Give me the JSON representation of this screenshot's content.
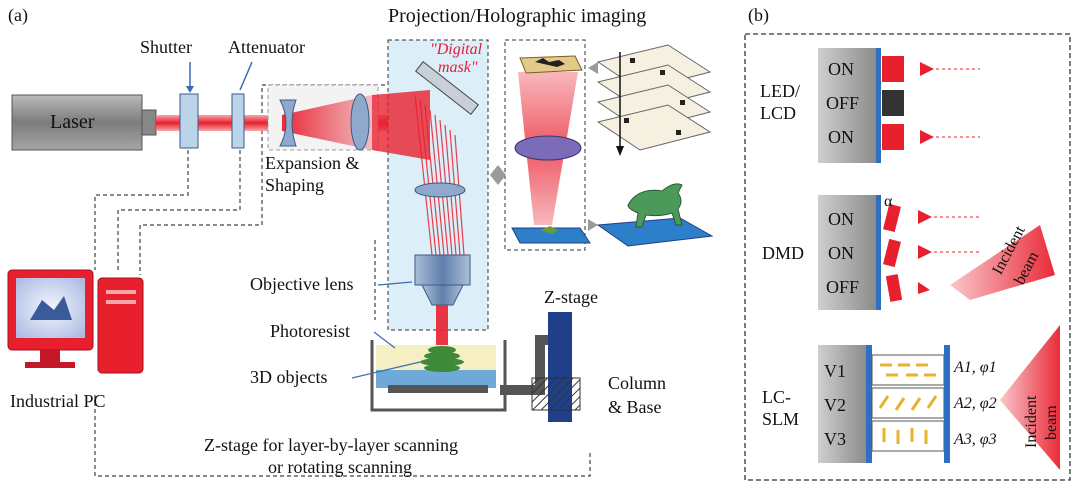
{
  "panel_a": {
    "label": "(a)",
    "heading": "Projection/Holographic imaging",
    "components": {
      "laser": "Laser",
      "shutter": "Shutter",
      "attenuator": "Attenuator",
      "expansion_line1": "Expansion &",
      "expansion_line2": "Shaping",
      "digital_mask_line1": "\"Digital",
      "digital_mask_line2": "mask\"",
      "objective_lens": "Objective lens",
      "photoresist": "Photoresist",
      "objects_3d": "3D objects",
      "z_stage": "Z-stage",
      "column_line1": "Column",
      "column_line2": "& Base",
      "industrial_pc": "Industrial PC",
      "z_scan_line1": "Z-stage for layer-by-layer scanning",
      "z_scan_line2": "or rotating scanning"
    }
  },
  "panel_b": {
    "label": "(b)",
    "led_lcd": {
      "name_line1": "LED/",
      "name_line2": "LCD",
      "states": [
        "ON",
        "OFF",
        "ON"
      ]
    },
    "dmd": {
      "name": "DMD",
      "states": [
        "ON",
        "ON",
        "OFF"
      ],
      "angle_symbol": "α",
      "beam_line1": "Incident",
      "beam_line2": "beam"
    },
    "lc_slm": {
      "name_line1": "LC-",
      "name_line2": "SLM",
      "voltages": [
        "V1",
        "V2",
        "V3"
      ],
      "outputs": [
        "A1, φ1",
        "A2, φ2",
        "A3, φ3"
      ],
      "beam_line1": "Incident",
      "beam_line2": "beam"
    }
  },
  "colors": {
    "laser_beam": "#e8202e",
    "glass": "#8ea9cc",
    "device_gray": "#9a9a9a",
    "panel_bg": "#dceef8",
    "stage_blue": "#1f3f8a"
  }
}
